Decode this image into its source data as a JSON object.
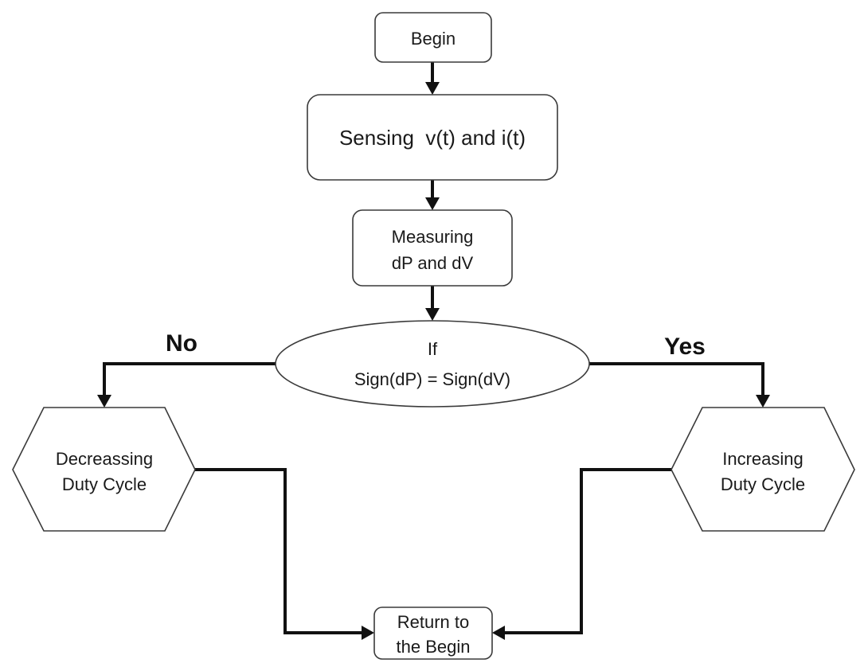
{
  "flowchart": {
    "nodes": {
      "begin": {
        "lines": [
          "Begin"
        ]
      },
      "sensing": {
        "lines": [
          "Sensing  v(t) and i(t)"
        ]
      },
      "measuring": {
        "lines": [
          "Measuring",
          "dP and dV"
        ]
      },
      "decision": {
        "lines": [
          "If",
          "Sign(dP) = Sign(dV)"
        ]
      },
      "decreasing": {
        "lines": [
          "Decreassing",
          "Duty Cycle"
        ]
      },
      "increasing": {
        "lines": [
          "Increasing",
          "Duty Cycle"
        ]
      },
      "return": {
        "lines": [
          "Return to",
          "the Begin"
        ]
      }
    },
    "branch_labels": {
      "no": "No",
      "yes": "Yes"
    },
    "edges": [
      {
        "from": "begin",
        "to": "sensing"
      },
      {
        "from": "sensing",
        "to": "measuring"
      },
      {
        "from": "measuring",
        "to": "decision"
      },
      {
        "from": "decision",
        "to": "decreasing",
        "label": "No"
      },
      {
        "from": "decision",
        "to": "increasing",
        "label": "Yes"
      },
      {
        "from": "decreasing",
        "to": "return"
      },
      {
        "from": "increasing",
        "to": "return"
      }
    ]
  }
}
